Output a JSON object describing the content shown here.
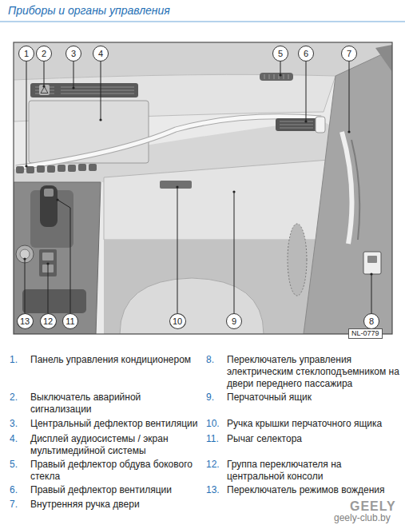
{
  "diagram": {
    "title": "Приборы и органы управления",
    "nodes": [
      {
        "text": [
          "1"
        ]
      },
      {
        "text": [
          "2"
        ]
      },
      {
        "text": [
          "3"
        ]
      },
      {
        "text": [
          "4"
        ]
      },
      {
        "text": [
          "5"
        ]
      },
      {
        "text": [
          "6"
        ]
      },
      {
        "text": [
          "7"
        ]
      },
      {
        "text": [
          "13"
        ]
      },
      {
        "text": [
          "12"
        ]
      },
      {
        "text": [
          "11"
        ]
      },
      {
        "text": [
          "10"
        ]
      },
      {
        "text": [
          "9"
        ]
      },
      {
        "text": [
          "8"
        ]
      }
    ],
    "labels": [
      "NL-0779",
      "1.",
      "Панель управления кондиционером",
      "2.",
      "Выключатель аварийной сигнализации",
      "3.",
      "Центральный дефлектор вентиляции",
      "4.",
      "Дисплей аудиосистемы / экран мультимедийной системы",
      "5.",
      "Правый дефлектор обдува бокового стекла",
      "6.",
      "Правый дефлектор вентиляции",
      "7.",
      "Внутренняя ручка двери",
      "8.",
      "Переключатель управления электрическим стеклоподъемником на двери переднего пассажира",
      "9.",
      "Перчаточный ящик",
      "10.",
      "Ручка крышки перчаточного ящика",
      "11.",
      "Рычаг селектора",
      "12.",
      "Группа переключателя на центральной консоли",
      "13.",
      "Переключатель режимов вождения",
      "GEELY",
      "geely-club.by"
    ]
  }
}
